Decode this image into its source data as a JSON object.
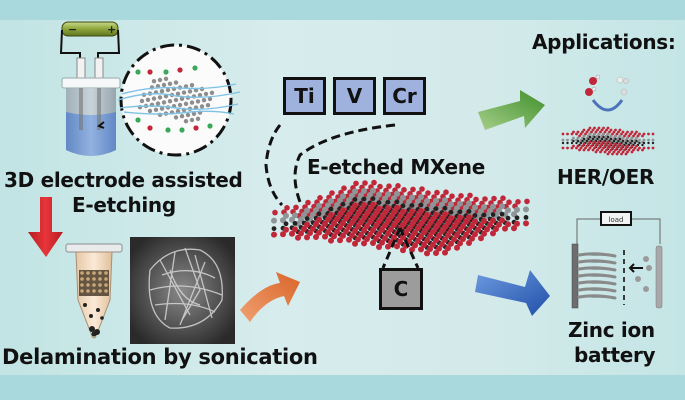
{
  "figure": {
    "type": "graphical-abstract",
    "colors": {
      "background_band": "#a9d9dc",
      "panel": "#d5ebeb",
      "arrow_red": "#d9232a",
      "arrow_orange": "#e07b3c",
      "arrow_green": "#5aa63a",
      "arrow_blue": "#2f66c0",
      "metal_box": "#9eb2dd",
      "carbon_box": "#9c9c9c",
      "atom_red": "#c0283a",
      "atom_gray": "#8f9496"
    }
  },
  "left": {
    "battery_minus": "−",
    "battery_plus": "+",
    "step1_line1": "3D electrode assisted",
    "step1_line2": "E-etching",
    "step2": "Delamination by sonication"
  },
  "center": {
    "metals": [
      "Ti",
      "V",
      "Cr"
    ],
    "carbon": "C",
    "title": "E-etched MXene"
  },
  "right": {
    "heading": "Applications:",
    "app1": "HER/OER",
    "load_label": "load",
    "app2_line1": "Zinc ion",
    "app2_line2": "battery"
  }
}
